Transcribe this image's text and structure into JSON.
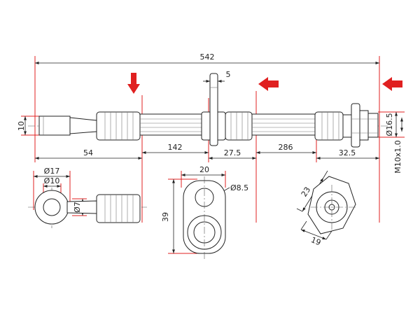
{
  "dims": {
    "total_length": "542",
    "bracket_width": "5",
    "hose_dia": "10",
    "end_dia": "Ø16.5",
    "thread": "M10x1.0",
    "seg1": "54",
    "seg2": "142",
    "seg3": "27.5",
    "seg4": "286",
    "seg5": "32.5",
    "eye_outer": "Ø17",
    "eye_inner": "Ø10",
    "eye_neck": "Ø7",
    "bracket_w": "20",
    "bracket_hole": "Ø8.5",
    "bracket_h": "39",
    "hex_a": "23",
    "hex_b": "19"
  },
  "colors": {
    "arrow": "#e02020",
    "line": "#222222",
    "dim_line": "#e02020"
  }
}
